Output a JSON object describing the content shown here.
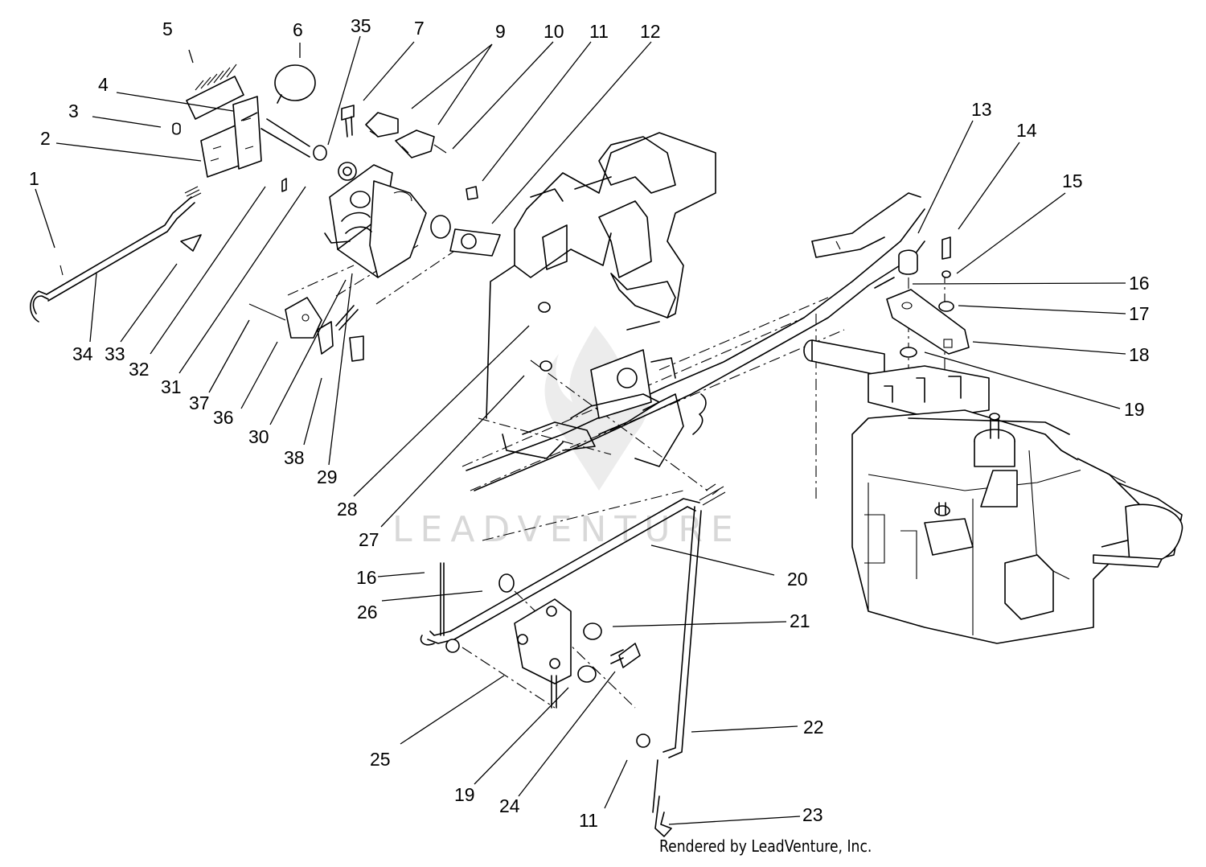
{
  "watermark": "LEADVENTURE",
  "credit": "Rendered by LeadVenture, Inc.",
  "callouts": [
    {
      "id": "c1",
      "text": "1"
    },
    {
      "id": "c2",
      "text": "2"
    },
    {
      "id": "c3",
      "text": "3"
    },
    {
      "id": "c4",
      "text": "4"
    },
    {
      "id": "c5",
      "text": "5"
    },
    {
      "id": "c6",
      "text": "6"
    },
    {
      "id": "c35",
      "text": "35"
    },
    {
      "id": "c7",
      "text": "7"
    },
    {
      "id": "c9",
      "text": "9"
    },
    {
      "id": "c10",
      "text": "10"
    },
    {
      "id": "c11a",
      "text": "11"
    },
    {
      "id": "c12",
      "text": "12"
    },
    {
      "id": "c13",
      "text": "13"
    },
    {
      "id": "c14",
      "text": "14"
    },
    {
      "id": "c15",
      "text": "15"
    },
    {
      "id": "c16a",
      "text": "16"
    },
    {
      "id": "c17",
      "text": "17"
    },
    {
      "id": "c18",
      "text": "18"
    },
    {
      "id": "c19a",
      "text": "19"
    },
    {
      "id": "c20",
      "text": "20"
    },
    {
      "id": "c21",
      "text": "21"
    },
    {
      "id": "c22",
      "text": "22"
    },
    {
      "id": "c23",
      "text": "23"
    },
    {
      "id": "c11b",
      "text": "11"
    },
    {
      "id": "c24",
      "text": "24"
    },
    {
      "id": "c19b",
      "text": "19"
    },
    {
      "id": "c25",
      "text": "25"
    },
    {
      "id": "c26",
      "text": "26"
    },
    {
      "id": "c16b",
      "text": "16"
    },
    {
      "id": "c27",
      "text": "27"
    },
    {
      "id": "c28",
      "text": "28"
    },
    {
      "id": "c29",
      "text": "29"
    },
    {
      "id": "c38",
      "text": "38"
    },
    {
      "id": "c30",
      "text": "30"
    },
    {
      "id": "c36",
      "text": "36"
    },
    {
      "id": "c37",
      "text": "37"
    },
    {
      "id": "c31",
      "text": "31"
    },
    {
      "id": "c32",
      "text": "32"
    },
    {
      "id": "c33",
      "text": "33"
    },
    {
      "id": "c34",
      "text": "34"
    }
  ]
}
